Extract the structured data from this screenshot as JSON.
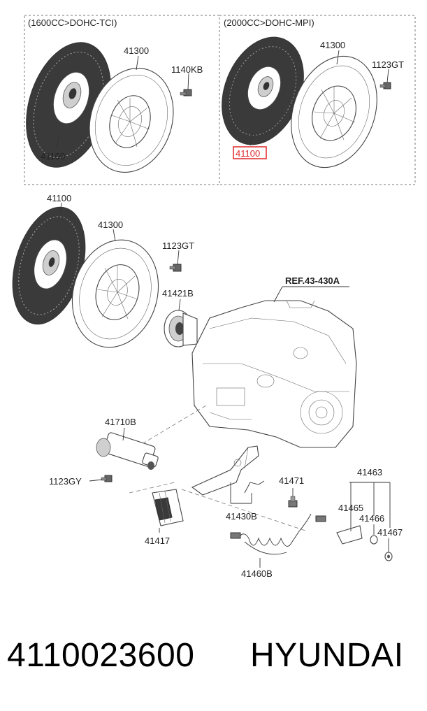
{
  "diagram": {
    "variant_left_header": "(1600CC>DOHC-TCI)",
    "variant_right_header": "(2000CC>DOHC-MPI)",
    "top_left": {
      "disc": "41100",
      "cover": "41300",
      "bolt": "1140KB"
    },
    "top_right": {
      "disc": "41100",
      "cover": "41300",
      "bolt": "1123GT"
    },
    "main": {
      "disc": "41100",
      "cover": "41300",
      "bolt": "1123GT",
      "release_bearing": "41421B",
      "reference": "REF.43-430A",
      "slave_cylinder": "41710B",
      "slave_bolt": "1123GY",
      "fork": "41430B",
      "sensor": "41471",
      "boot": "41417",
      "hose": "41460B",
      "bracket_group": "41463",
      "bracket": "41465",
      "nut": "41466",
      "washer": "41467"
    },
    "highlight_color": "#e0262a"
  },
  "footer": {
    "part_number": "4110023600",
    "brand": "HYUNDAI"
  }
}
